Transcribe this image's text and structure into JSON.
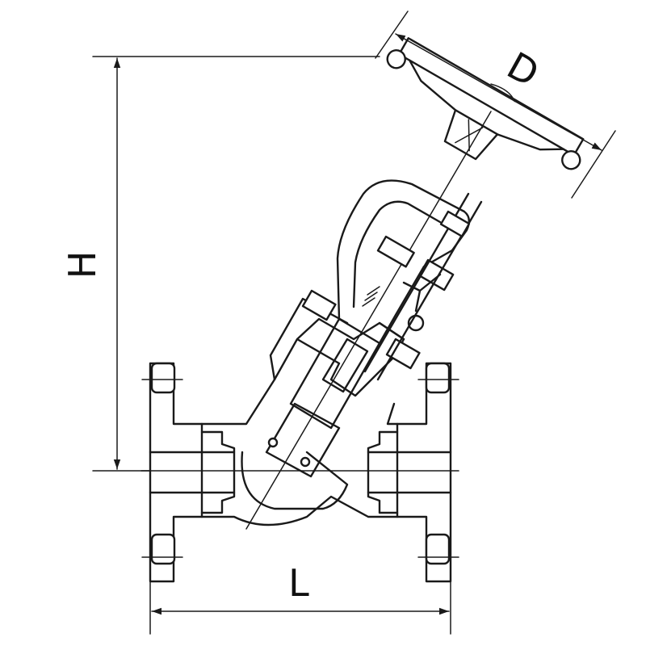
{
  "dimensions": {
    "height_label": "H",
    "length_label": "L",
    "diameter_label": "D"
  },
  "colors": {
    "stroke": "#1a1a1a",
    "background": "#ffffff"
  }
}
